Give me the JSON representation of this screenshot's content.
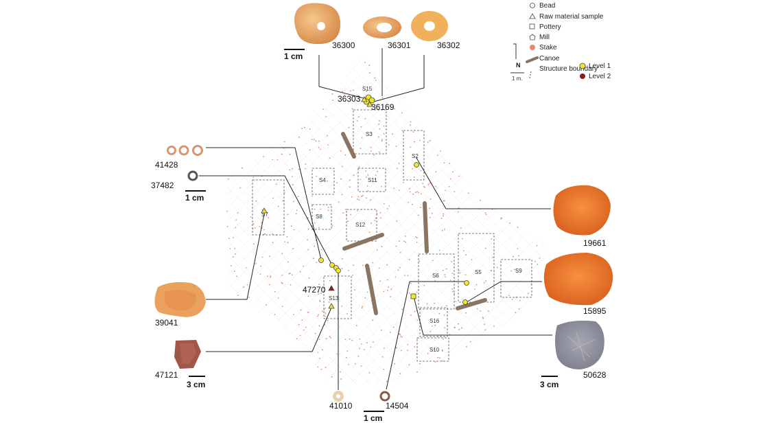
{
  "legend": {
    "bead": "Bead",
    "raw_material": "Raw material sample",
    "pottery": "Pottery",
    "mill": "Mill",
    "stake": "Stake",
    "canoe": "Canoe",
    "structure_boundary": "Structure boundary",
    "level1": "Level 1",
    "level2": "Level 2",
    "north": "N",
    "north_scale": "1 m."
  },
  "colors": {
    "level1": "#f2e62a",
    "level2": "#8b1a1a",
    "stake": "#e8896a",
    "canoe": "#8a7563",
    "grid": "#bdbdbd"
  },
  "structures": [
    "S15",
    "S3",
    "S2",
    "S4",
    "S11",
    "S7",
    "S8",
    "S12",
    "S13",
    "S6",
    "S5",
    "S9",
    "S16",
    "S10"
  ],
  "finds": {
    "f36300": "36300",
    "f36301": "36301",
    "f36302": "36302",
    "f36303": "36303",
    "f36169": "36169",
    "f41428": "41428",
    "f37482": "37482",
    "f47270": "47270",
    "f39041": "39041",
    "f47121": "47121",
    "f41010": "41010",
    "f14504": "14504",
    "f19661": "19661",
    "f15895": "15895",
    "f50628": "50628"
  },
  "scales": {
    "top": "1 cm",
    "left": "1 cm",
    "bottom_left": "3 cm",
    "bottom_center": "1 cm",
    "bottom_right": "3 cm"
  }
}
